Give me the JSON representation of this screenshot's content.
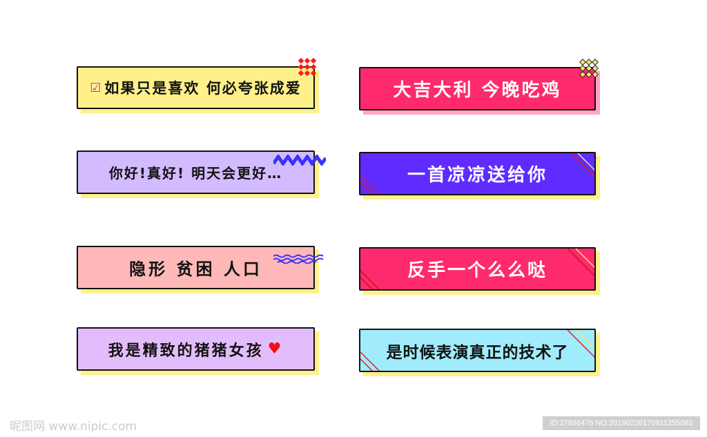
{
  "labels": [
    {
      "text": "如果只是喜欢 何必夸张成爱",
      "bg": "#fff08a",
      "color": "#111111"
    },
    {
      "text": "你好!真好! 明天会更好…",
      "bg": "#d3bbff",
      "color": "#111111"
    },
    {
      "text": "隐形 贫困 人口",
      "bg": "#ffb8b8",
      "color": "#111111"
    },
    {
      "text": "我是精致的猪猪女孩",
      "bg": "#e3bdfb",
      "color": "#111111"
    },
    {
      "text": "大吉大利 今晚吃鸡",
      "bg": "#ff2a6d",
      "color": "#ffffff"
    },
    {
      "text": "一首凉凉送给你",
      "bg": "#5f2bff",
      "color": "#ffffff"
    },
    {
      "text": "反手一个么么哒",
      "bg": "#ff2a6d",
      "color": "#ffffff"
    },
    {
      "text": "是时候表演真正的技术了",
      "bg": "#a0ecfc",
      "color": "#111111"
    }
  ],
  "watermark": {
    "site": "昵图网 www.nipic.com",
    "id": "ID:27898476 NO:20190226170911255082"
  }
}
